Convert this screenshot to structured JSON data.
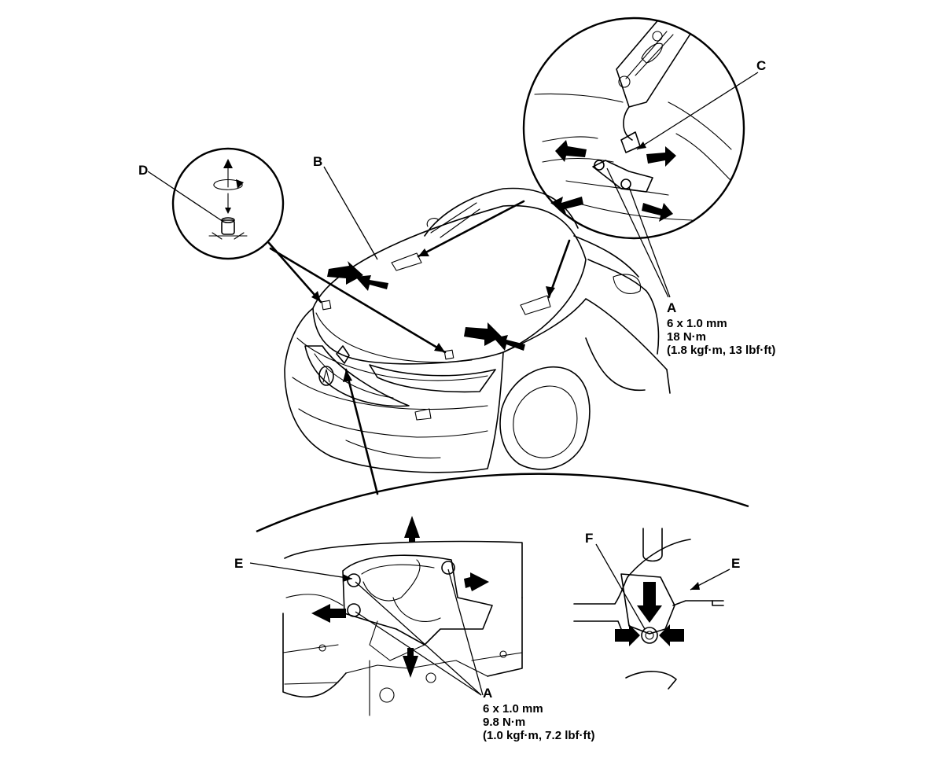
{
  "labels": {
    "A": "A",
    "B": "B",
    "C": "C",
    "D": "D",
    "E": "E",
    "F": "F"
  },
  "spec_hinge_bolt": {
    "size": "6 x 1.0 mm",
    "torque": "18 N·m",
    "alt": "(1.8 kgf·m, 13 lbf·ft)"
  },
  "spec_latch_bolt": {
    "size": "6 x 1.0 mm",
    "torque": "9.8 N·m",
    "alt": "(1.0 kgf·m, 7.2 lbf·ft)"
  }
}
